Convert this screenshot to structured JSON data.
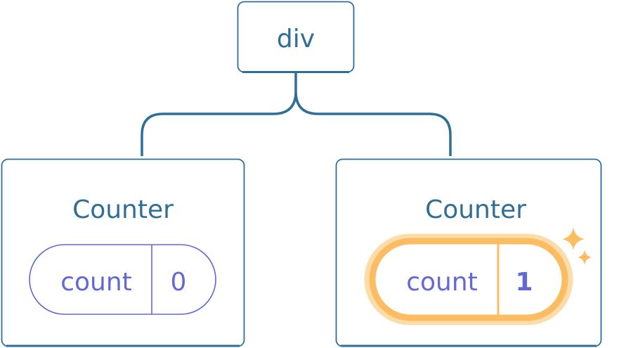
{
  "root": {
    "label": "div"
  },
  "children": [
    {
      "label": "Counter",
      "state_name": "count",
      "state_value": "0",
      "highlighted": false
    },
    {
      "label": "Counter",
      "state_name": "count",
      "state_value": "1",
      "highlighted": true
    }
  ],
  "colors": {
    "node_border": "#2f6f97",
    "node_text": "#2f6f97",
    "state": "#6268d4",
    "highlight": "#fbbc62",
    "highlight_glow": "#fcdca8"
  },
  "icons": {
    "highlight": "sparkle-icon"
  }
}
